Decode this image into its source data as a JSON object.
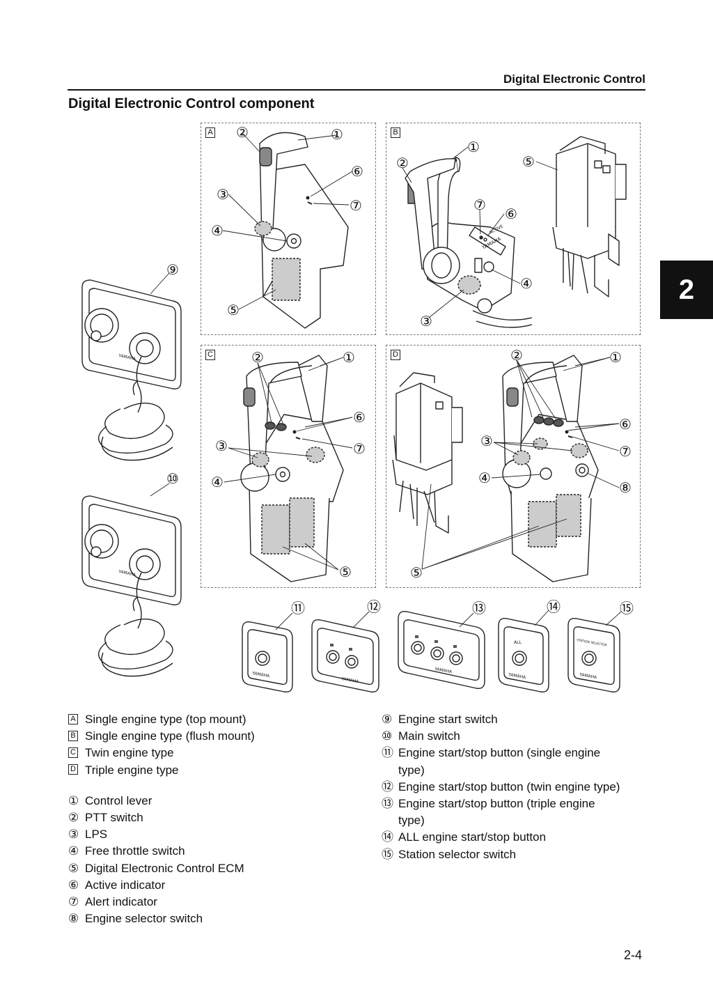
{
  "header": {
    "title": "Digital Electronic Control"
  },
  "section_title": "Digital Electronic Control component",
  "chapter_tab": "2",
  "panels": [
    {
      "label": "A"
    },
    {
      "label": "B"
    },
    {
      "label": "C"
    },
    {
      "label": "D"
    }
  ],
  "callouts": [
    "①",
    "②",
    "③",
    "④",
    "⑤",
    "⑥",
    "⑦",
    "⑧",
    "⑨",
    "⑩",
    "⑪",
    "⑫",
    "⑬",
    "⑭",
    "⑮"
  ],
  "brand_text": "YAMAHA",
  "panel_text": {
    "active": "ACTIVE",
    "all": "ALL",
    "station_selector": "STATION SELECTOR"
  },
  "legend_types": [
    {
      "mark": "A",
      "text": "Single engine type (top mount)"
    },
    {
      "mark": "B",
      "text": "Single engine type (flush mount)"
    },
    {
      "mark": "C",
      "text": "Twin engine type"
    },
    {
      "mark": "D",
      "text": "Triple engine type"
    }
  ],
  "legend_parts": [
    {
      "mark": "①",
      "text": "Control lever"
    },
    {
      "mark": "②",
      "text": "PTT switch"
    },
    {
      "mark": "③",
      "text": "LPS"
    },
    {
      "mark": "④",
      "text": "Free throttle switch"
    },
    {
      "mark": "⑤",
      "text": "Digital Electronic Control ECM"
    },
    {
      "mark": "⑥",
      "text": "Active indicator"
    },
    {
      "mark": "⑦",
      "text": "Alert indicator"
    },
    {
      "mark": "⑧",
      "text": "Engine selector switch"
    }
  ],
  "legend_right": [
    {
      "mark": "⑨",
      "text": "Engine start switch"
    },
    {
      "mark": "⑩",
      "text": "Main switch"
    },
    {
      "mark": "⑪",
      "text": "Engine start/stop button (single engine",
      "cont": "type)"
    },
    {
      "mark": "⑫",
      "text": "Engine start/stop button (twin engine type)"
    },
    {
      "mark": "⑬",
      "text": "Engine start/stop button (triple engine",
      "cont": "type)"
    },
    {
      "mark": "⑭",
      "text": "ALL engine start/stop button"
    },
    {
      "mark": "⑮",
      "text": "Station selector switch"
    }
  ],
  "page_number": "2-4"
}
